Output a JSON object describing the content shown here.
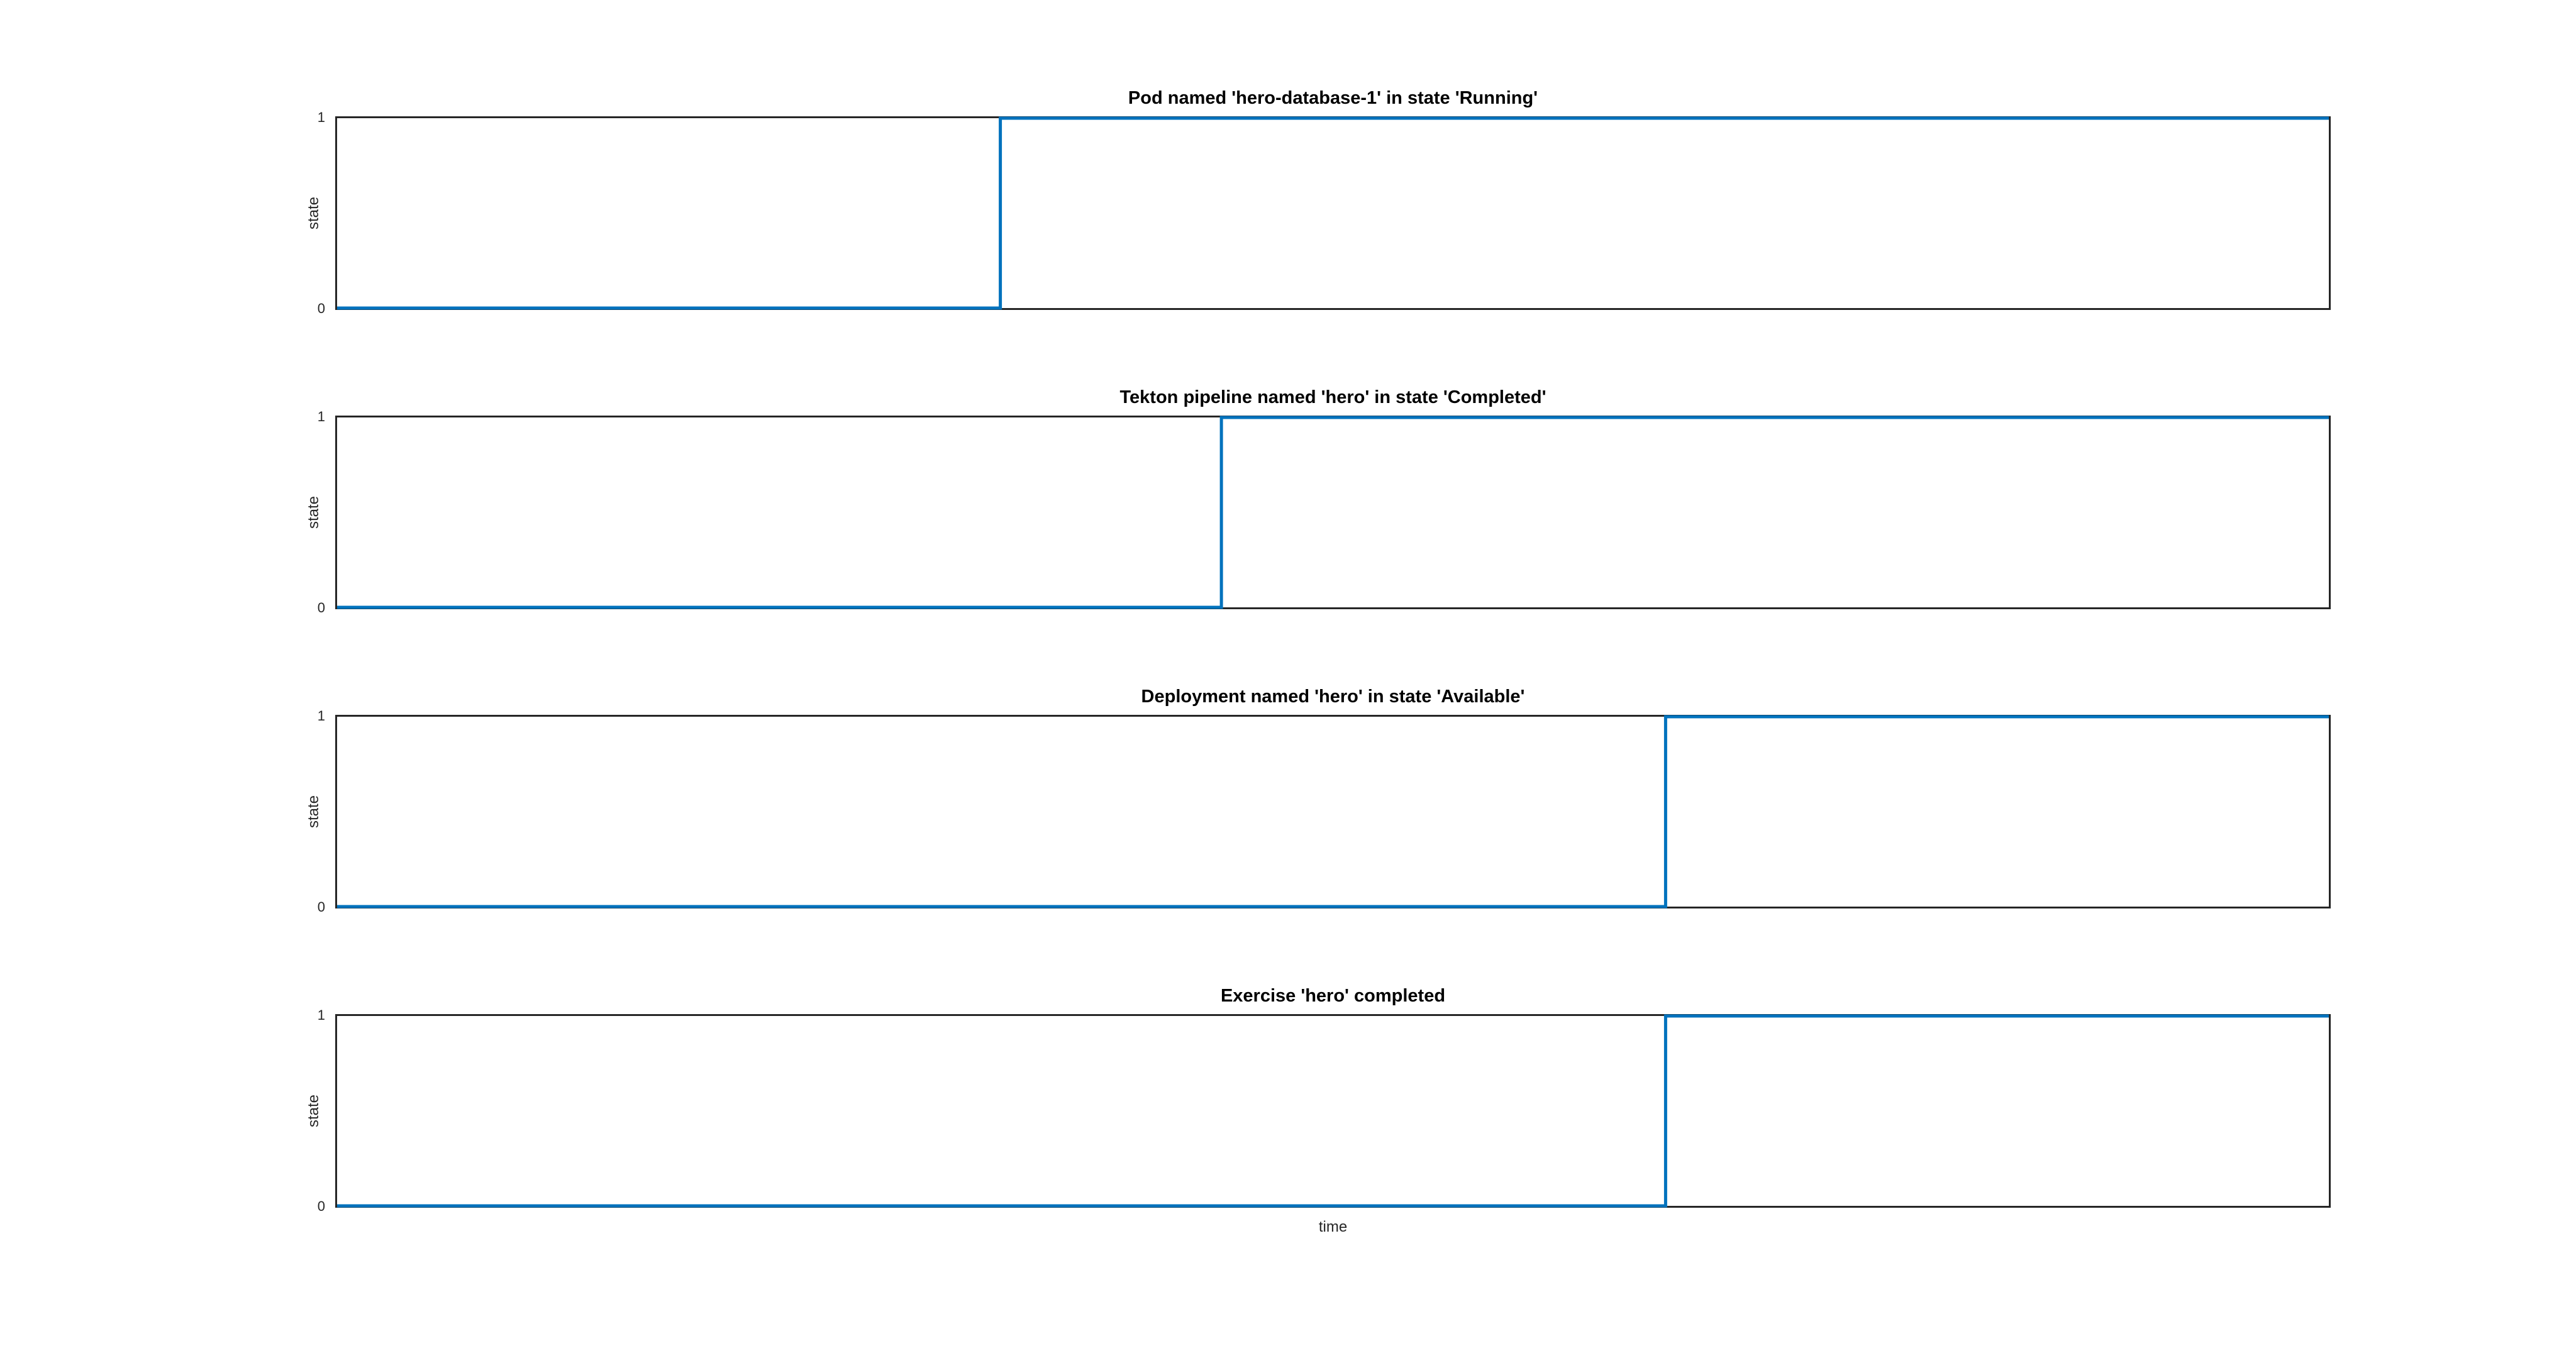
{
  "figure": {
    "background_color": "#ffffff",
    "line_color": "#0072BD",
    "spine_color": "#262626",
    "title_color": "#000000",
    "label_color": "#262626"
  },
  "xlabel": "time",
  "chart_data": [
    {
      "type": "line",
      "subtype": "step",
      "title": "Pod named 'hero-database-1' in state 'Running'",
      "ylabel": "state",
      "xlabel": "",
      "ylim": [
        0,
        1
      ],
      "yticks": [
        "0",
        "1"
      ],
      "x_axis": "time (unlabeled, normalized 0-1)",
      "transition_fraction": 0.333,
      "series": [
        {
          "name": "state",
          "x": [
            0,
            0.333,
            0.333,
            1
          ],
          "y": [
            0,
            0,
            1,
            1
          ]
        }
      ],
      "grid": false,
      "legend": false
    },
    {
      "type": "line",
      "subtype": "step",
      "title": "Tekton pipeline named 'hero' in state 'Completed'",
      "ylabel": "state",
      "xlabel": "",
      "ylim": [
        0,
        1
      ],
      "yticks": [
        "0",
        "1"
      ],
      "x_axis": "time (unlabeled, normalized 0-1)",
      "transition_fraction": 0.444,
      "series": [
        {
          "name": "state",
          "x": [
            0,
            0.444,
            0.444,
            1
          ],
          "y": [
            0,
            0,
            1,
            1
          ]
        }
      ],
      "grid": false,
      "legend": false
    },
    {
      "type": "line",
      "subtype": "step",
      "title": "Deployment named 'hero' in state 'Available'",
      "ylabel": "state",
      "xlabel": "",
      "ylim": [
        0,
        1
      ],
      "yticks": [
        "0",
        "1"
      ],
      "x_axis": "time (unlabeled, normalized 0-1)",
      "transition_fraction": 0.667,
      "series": [
        {
          "name": "state",
          "x": [
            0,
            0.667,
            0.667,
            1
          ],
          "y": [
            0,
            0,
            1,
            1
          ]
        }
      ],
      "grid": false,
      "legend": false
    },
    {
      "type": "line",
      "subtype": "step",
      "title": "Exercise 'hero' completed",
      "ylabel": "state",
      "xlabel": "time",
      "ylim": [
        0,
        1
      ],
      "yticks": [
        "0",
        "1"
      ],
      "x_axis": "time (unlabeled, normalized 0-1)",
      "transition_fraction": 0.667,
      "series": [
        {
          "name": "state",
          "x": [
            0,
            0.667,
            0.667,
            1
          ],
          "y": [
            0,
            0,
            1,
            1
          ]
        }
      ],
      "grid": false,
      "legend": false
    }
  ]
}
